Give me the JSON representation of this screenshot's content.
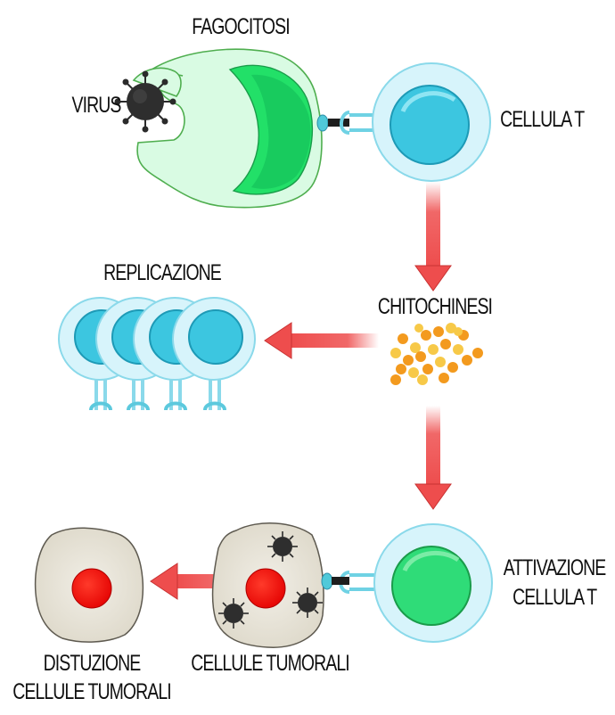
{
  "labels": {
    "fagocitosi": "FAGOCITOSI",
    "virus": "VIRUS",
    "cellula_t": "CELLULA T",
    "replicazione": "REPLICAZIONE",
    "chitochinesi": "CHITOCHINESI",
    "attivazione_line1": "ATTIVAZIONE",
    "attivazione_line2": "CELLULA T",
    "cellule_tumorali": "CELLULE TUMORALI",
    "distuzione_line1": "DISTUZIONE",
    "distuzione_line2": "CELLULE TUMORALI"
  },
  "colors": {
    "arrow": "#ee4d4d",
    "t_cell_membrane": "#d7f4fb",
    "t_cell_nucleus": "#3cc6e0",
    "activated_nucleus": "#2fdc78",
    "macrophage_body": "#d9fbe3",
    "macrophage_nucleus": "#22e068",
    "virus": "#2b2b2b",
    "tumor_cell": "#e6e2d6",
    "tumor_nucleus": "#f21a1a",
    "cytokine_orange": "#f39a1e",
    "cytokine_yellow": "#f7c948"
  }
}
